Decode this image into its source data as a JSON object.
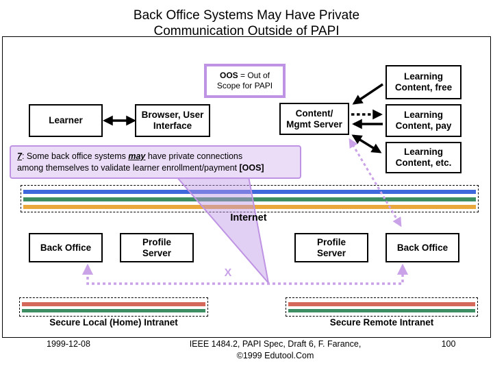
{
  "title": "Back Office Systems May Have Private\nCommunication Outside of PAPI",
  "oos_note": {
    "term": "OOS",
    "line1_rest": " = Out of",
    "line2": "Scope for PAPI"
  },
  "boxes": {
    "learner": "Learner",
    "browser": "Browser, User\nInterface",
    "content_server": "Content/\nMgmt Server",
    "learning_free": "Learning\nContent, free",
    "learning_pay": "Learning\nContent, pay",
    "learning_etc": "Learning\nContent, etc.",
    "back_office_left": "Back Office",
    "profile_server_left": "Profile\nServer",
    "profile_server_right": "Profile\nServer",
    "back_office_right": "Back Office"
  },
  "callout": {
    "number": "7",
    "lead": ": Some back office systems ",
    "emph": "may",
    "body": " have private connections\namong themselves to validate learner enrollment/payment ",
    "tag": "[OOS]"
  },
  "labels": {
    "internet": "Internet",
    "x_marker": "X",
    "secure_local": "Secure Local (Home) Intranet",
    "secure_remote": "Secure Remote Intranet"
  },
  "footer": {
    "date": "1999-12-08",
    "center_line1": "IEEE 1484.2, PAPI Spec, Draft 6, F. Farance,",
    "center_line2": "©1999 Edutool.Com",
    "page": "100"
  },
  "colors": {
    "accent_purple": "#BE93E3",
    "callout_fill": "#EBDDF7",
    "connector_purple": "#C9A2E8",
    "internet_blue": "#3E68DC",
    "internet_green": "#3E8E63",
    "internet_orange": "#EAA73C",
    "intranet_red": "#D4695B",
    "intranet_green": "#3E8E63"
  }
}
